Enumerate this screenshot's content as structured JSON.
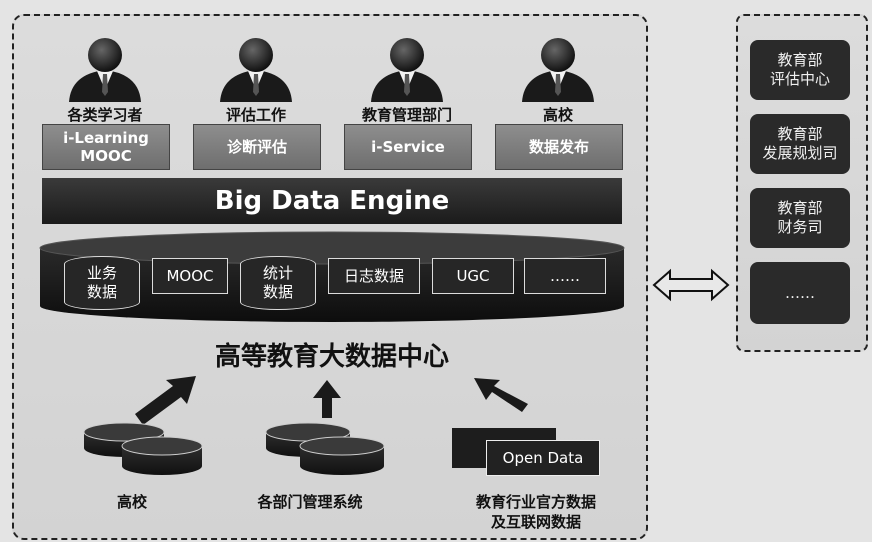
{
  "users": [
    {
      "label": "各类学习者",
      "service_line1": "i-Learning",
      "service_line2": "MOOC"
    },
    {
      "label": "评估工作",
      "service_line1": "诊断评估",
      "service_line2": ""
    },
    {
      "label": "教育管理部门",
      "service_line1": "i-Service",
      "service_line2": ""
    },
    {
      "label": "高校",
      "service_line1": "数据发布",
      "service_line2": ""
    }
  ],
  "engine_label": "Big Data Engine",
  "data_stores": [
    {
      "line1": "业务",
      "line2": "数据"
    },
    {
      "line1": "MOOC",
      "line2": ""
    },
    {
      "line1": "统计",
      "line2": "数据"
    },
    {
      "line1": "日志数据",
      "line2": ""
    },
    {
      "line1": "UGC",
      "line2": ""
    },
    {
      "line1": "……",
      "line2": ""
    }
  ],
  "center_title": "高等教育大数据中心",
  "sources": [
    {
      "line1": "高校",
      "line2": ""
    },
    {
      "line1": "各部门管理系统",
      "line2": ""
    },
    {
      "line1": "教育行业官方数据",
      "line2": "及互联网数据"
    }
  ],
  "open_data_label": "Open Data",
  "right_panel": [
    {
      "line1": "教育部",
      "line2": "评估中心"
    },
    {
      "line1": "教育部",
      "line2": "发展规划司"
    },
    {
      "line1": "教育部",
      "line2": "财务司"
    },
    {
      "line1": "……",
      "line2": ""
    }
  ]
}
